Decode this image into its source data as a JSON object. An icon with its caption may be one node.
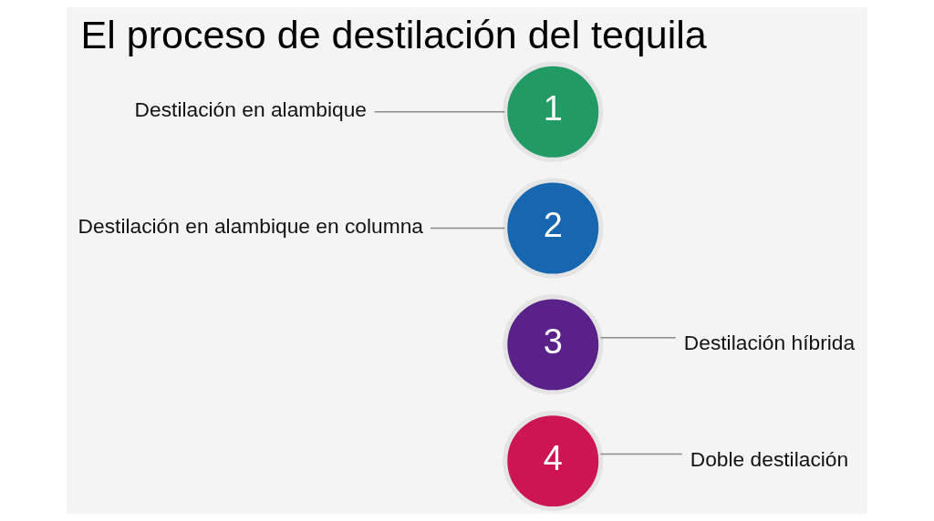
{
  "diagram": {
    "title": "El proceso de destilación del tequila",
    "nodes": [
      {
        "text": [
          "Destilación en alambique"
        ]
      },
      {
        "text": [
          "1"
        ]
      },
      {
        "text": [
          "Destilación en alambique en columna"
        ]
      },
      {
        "text": [
          "2"
        ]
      },
      {
        "text": [
          "3"
        ]
      },
      {
        "text": [
          "Destilación híbrida"
        ]
      },
      {
        "text": [
          "4"
        ]
      },
      {
        "text": [
          "Doble destilación"
        ]
      }
    ],
    "edges": [
      {
        "from": 0,
        "to": 1,
        "arrow": "none"
      },
      {
        "from": 2,
        "to": 3,
        "arrow": "none"
      },
      {
        "from": 5,
        "to": 4,
        "arrow": "none"
      },
      {
        "from": 7,
        "to": 6,
        "arrow": "none"
      }
    ]
  }
}
